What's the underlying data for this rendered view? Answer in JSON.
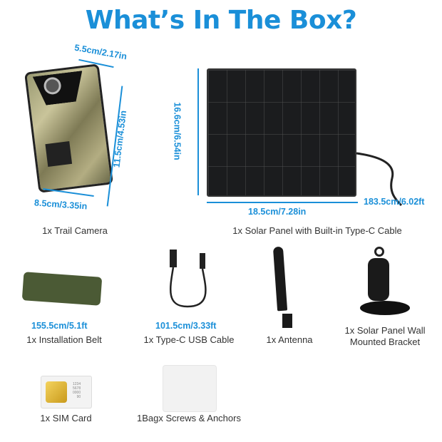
{
  "title": "What’s In The Box?",
  "items": {
    "camera": {
      "caption": "1x Trail Camera",
      "width": "5.5cm/2.17in",
      "height": "11.5cm/4.53in",
      "depth": "8.5cm/3.35in"
    },
    "solar_panel": {
      "caption": "1x Solar Panel with Built-in Type-C Cable",
      "height": "16.6cm/6.54in",
      "width": "18.5cm/7.28in",
      "cable": "183.5cm/6.02ft"
    },
    "belt": {
      "caption": "1x Installation Belt",
      "length": "155.5cm/5.1ft"
    },
    "usb_cable": {
      "caption": "1x Type-C USB Cable",
      "length": "101.5cm/3.33ft"
    },
    "antenna": {
      "caption": "1x Antenna"
    },
    "bracket": {
      "caption_line1": "1x Solar Panel Wall",
      "caption_line2": "Mounted Bracket"
    },
    "sim": {
      "caption": "1x SIM Card",
      "card_text": [
        "1234",
        "5678",
        "0000",
        "90"
      ]
    },
    "screws": {
      "caption": "1Bagx Screws & Anchors"
    }
  },
  "colors": {
    "accent": "#1a8fd8"
  }
}
